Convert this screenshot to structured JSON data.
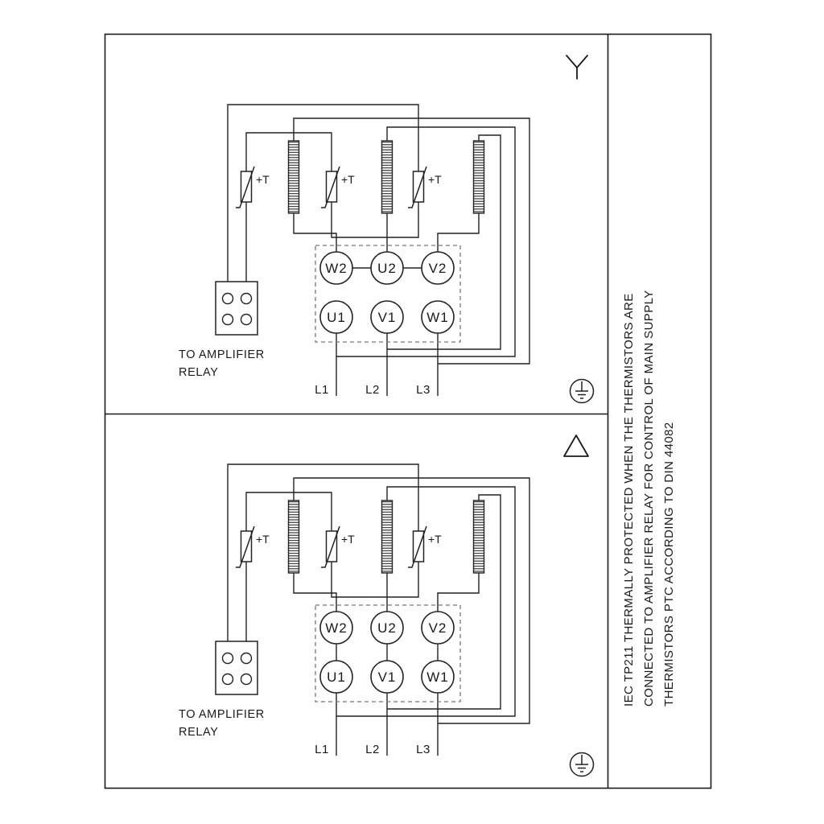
{
  "icons": {
    "star_connection": "star (Y) symbol",
    "delta_connection": "delta (triangle) symbol",
    "earth_ground": "protective earth in circle symbol"
  },
  "panels": [
    {
      "connection_symbol": "star",
      "thermistor_label": "+T",
      "relay_note": [
        "TO AMPLIFIER",
        "RELAY"
      ],
      "terminals_top": [
        "W2",
        "U2",
        "V2"
      ],
      "terminals_bottom": [
        "U1",
        "V1",
        "W1"
      ],
      "supply_labels": [
        "L1",
        "L2",
        "L3"
      ]
    },
    {
      "connection_symbol": "delta",
      "thermistor_label": "+T",
      "relay_note": [
        "TO AMPLIFIER",
        "RELAY"
      ],
      "terminals_top": [
        "W2",
        "U2",
        "V2"
      ],
      "terminals_bottom": [
        "U1",
        "V1",
        "W1"
      ],
      "supply_labels": [
        "L1",
        "L2",
        "L3"
      ]
    }
  ],
  "side_note_lines": [
    "IEC TP211 THERMALLY PROTECTED WHEN THE THERMISTORS ARE",
    "CONNECTED TO AMPLIFIER RELAY FOR CONTROL OF MAIN SUPPLY",
    "THERMISTORS PTC ACCORDING TO DIN 44082"
  ]
}
